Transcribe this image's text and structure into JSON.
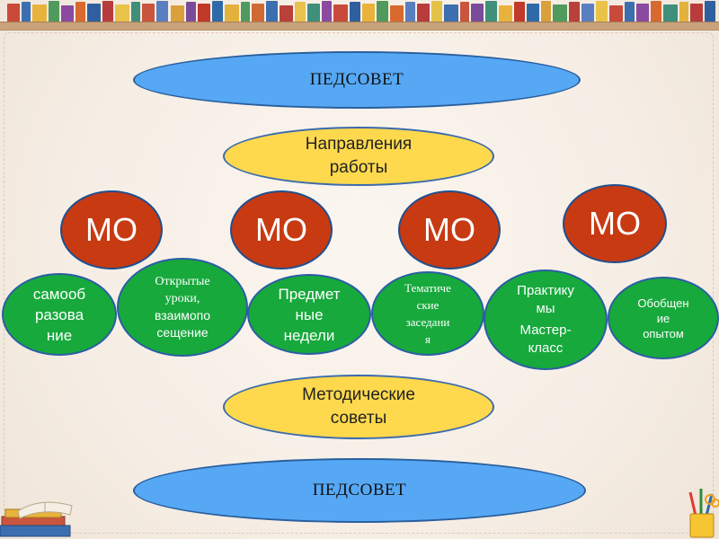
{
  "diagram": {
    "top_council": "ПЕДСОВЕТ",
    "directions": [
      "Направления",
      "работы"
    ],
    "mo_labels": [
      "МО",
      "МО",
      "МО",
      "МО"
    ],
    "activities": [
      [
        "самооб",
        "разова",
        "ние"
      ],
      [
        "Открытые",
        "уроки,",
        "взаимопо",
        "сещение"
      ],
      [
        "Предмет",
        "ные",
        "недели"
      ],
      [
        "Тематиче",
        "ские",
        "заседани",
        "я"
      ],
      [
        "Практику",
        "мы",
        "Мастер-",
        "класс"
      ],
      [
        "Обобщен",
        "ие",
        "опытом"
      ]
    ],
    "method_councils": [
      "Методические",
      "советы"
    ],
    "bottom_council": "ПЕДСОВЕТ"
  },
  "colors": {
    "council_fill": "#56a8f5",
    "directions_fill": "#fed94e",
    "mo_fill": "#c73a12",
    "activity_fill": "#17a93c",
    "outline": "#2a5f9e"
  }
}
